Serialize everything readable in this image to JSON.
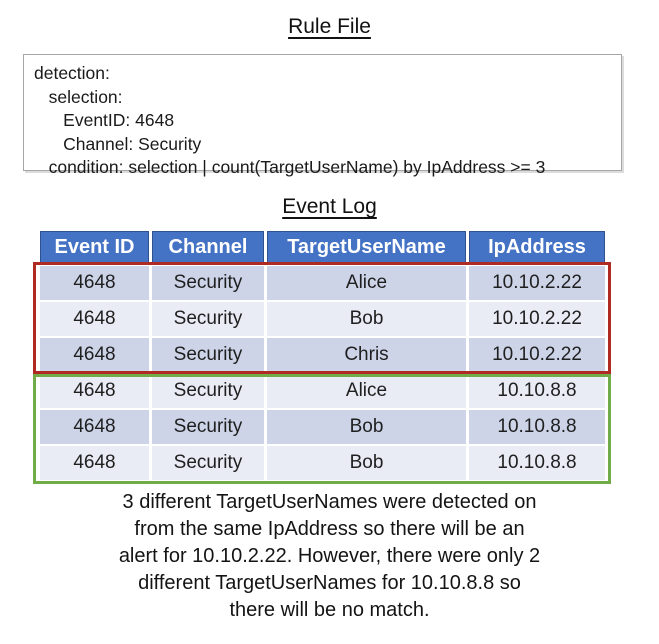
{
  "rule_file": {
    "title": "Rule File",
    "code": "detection:\n   selection:\n      EventID: 4648\n      Channel: Security\n   condition: selection | count(TargetUserName) by IpAddress >= 3"
  },
  "event_log": {
    "title": "Event Log",
    "columns": [
      "Event ID",
      "Channel",
      "TargetUserName",
      "IpAddress"
    ],
    "rows": [
      [
        "4648",
        "Security",
        "Alice",
        "10.10.2.22"
      ],
      [
        "4648",
        "Security",
        "Bob",
        "10.10.2.22"
      ],
      [
        "4648",
        "Security",
        "Chris",
        "10.10.2.22"
      ],
      [
        "4648",
        "Security",
        "Alice",
        "10.10.8.8"
      ],
      [
        "4648",
        "Security",
        "Bob",
        "10.10.8.8"
      ],
      [
        "4648",
        "Security",
        "Bob",
        "10.10.8.8"
      ]
    ]
  },
  "caption": "3 different TargetUserNames were detected on\nfrom the same IpAddress so there will be an\nalert for 10.10.2.22. However, there were only 2\ndifferent TargetUserNames for 10.10.8.8 so\nthere will be no match.",
  "colors": {
    "header_bg": "#4472C4",
    "header_border": "#2F528F",
    "row_band_dark": "#CDD4E8",
    "row_band_light": "#E9EBF5",
    "alert_outline": "#AE2A22",
    "no_match_outline": "#72AC48"
  }
}
